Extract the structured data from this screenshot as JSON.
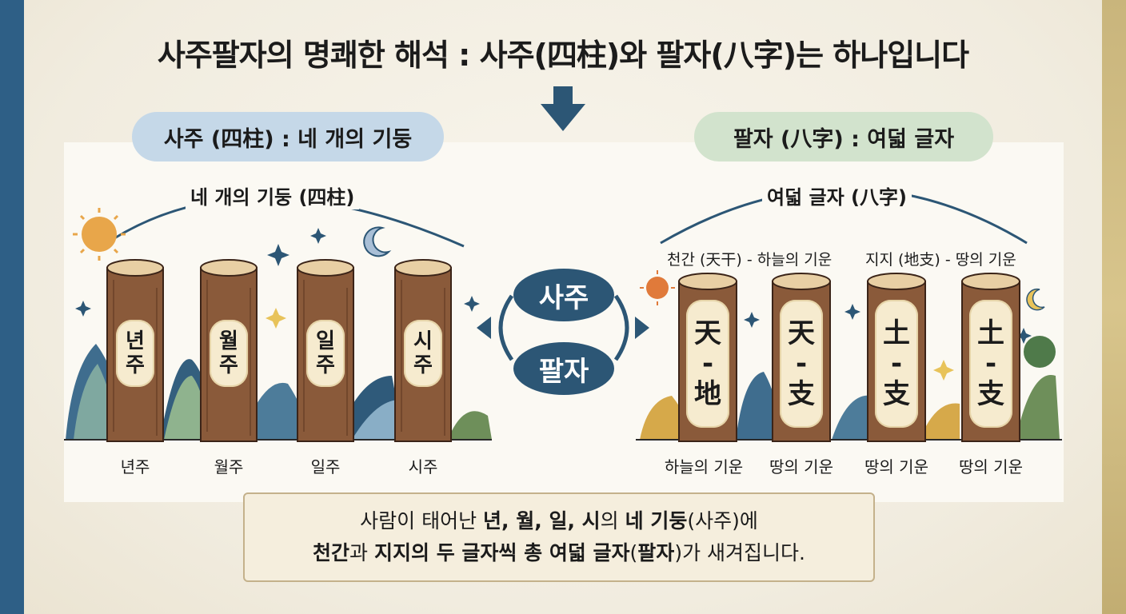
{
  "title": "사주팔자의 명쾌한 해석 : 사주(四柱)와 팔자(八字)는 하나입니다",
  "left_panel": {
    "pill": "사주 (四柱) : 네 개의 기둥",
    "arc_label": "네 개의 기둥 (四柱)",
    "pillars": [
      {
        "top": "년",
        "bottom": "주",
        "label": "년주"
      },
      {
        "top": "월",
        "bottom": "주",
        "label": "월주"
      },
      {
        "top": "일",
        "bottom": "주",
        "label": "일주"
      },
      {
        "top": "시",
        "bottom": "주",
        "label": "시주"
      }
    ]
  },
  "center": {
    "top": "사주",
    "bottom": "팔자"
  },
  "right_panel": {
    "pill": "팔자 (八字) : 여덟 글자",
    "arc_label": "여덟 글자 (八字)",
    "sub_left": "천간 (天干) - 하늘의 기운",
    "sub_right": "지지 (地支) - 땅의 기운",
    "pillars": [
      {
        "top": "天",
        "mid": "-",
        "bottom": "地",
        "label": "하늘의 기운"
      },
      {
        "top": "天",
        "mid": "-",
        "bottom": "支",
        "label": "땅의 기운"
      },
      {
        "top": "土",
        "mid": "-",
        "bottom": "支",
        "label": "땅의 기운"
      },
      {
        "top": "土",
        "mid": "-",
        "bottom": "支",
        "label": "땅의 기운"
      }
    ]
  },
  "caption": {
    "l1_a": "사람이 태어난 ",
    "l1_b": "년, 월, 일, 시",
    "l1_c": "의 ",
    "l1_d": "네 기둥",
    "l1_e": "(사주)에",
    "l2_a": "천간",
    "l2_b": "과 ",
    "l2_c": "지지의 두 글자씩 총 여덟 글자",
    "l2_d": "(",
    "l2_e": "팔자",
    "l2_f": ")가 새겨집니다."
  },
  "colors": {
    "navy": "#2c5675",
    "wood": "#8a5a3a",
    "wood_top": "#e8cfa4",
    "pill_blue": "#c5d8e8",
    "pill_green": "#d2e3cd",
    "sun": "#e8a64a"
  }
}
